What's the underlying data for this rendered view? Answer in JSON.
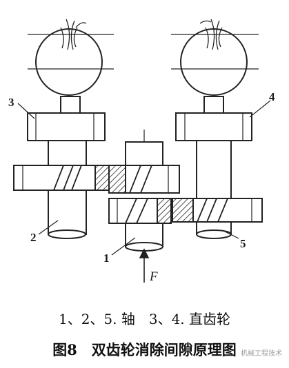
{
  "diagram": {
    "callouts": {
      "part1": "1",
      "part2": "2",
      "part3": "3",
      "part4": "4",
      "part5": "5"
    },
    "force_label": "F"
  },
  "legend": "1、2、5. 轴　3、4. 直齿轮",
  "caption": "图8　双齿轮消除间隙原理图",
  "watermark": "机械工程技术"
}
